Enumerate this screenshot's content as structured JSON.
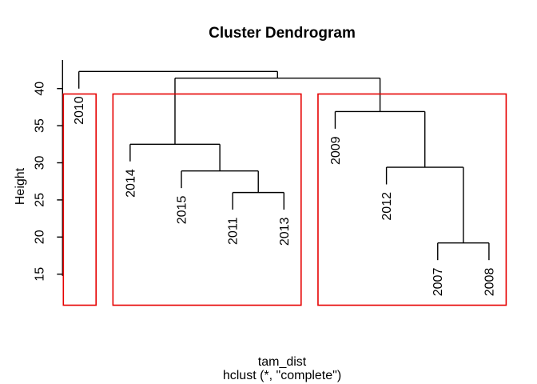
{
  "title": "Cluster Dendrogram",
  "y_axis": {
    "label": "Height",
    "tick_labels": [
      "40",
      "35",
      "30",
      "25",
      "20",
      "15"
    ]
  },
  "caption": {
    "line1": "tam_dist",
    "line2": "hclust (*, \"complete\")"
  },
  "colors": {
    "line": "#000000",
    "text": "#000000",
    "cluster_box": "#e60000",
    "background": "#ffffff"
  },
  "chart_data": {
    "type": "dendrogram",
    "title": "Cluster Dendrogram",
    "ylabel": "Height",
    "xlabel": "tam_dist",
    "sublabel": "hclust (*, \"complete\")",
    "ylim": [
      15,
      42.5
    ],
    "y_ticks": [
      40,
      35,
      30,
      25,
      20,
      15
    ],
    "grid": false,
    "legend": false,
    "leaf_order": [
      "2010",
      "2014",
      "2015",
      "2011",
      "2013",
      "2009",
      "2012",
      "2007",
      "2008"
    ],
    "merges": [
      {
        "id": "n1",
        "children": [
          "2011",
          "2013"
        ],
        "height": 26.0
      },
      {
        "id": "n2",
        "children": [
          "2015",
          "n1"
        ],
        "height": 28.9
      },
      {
        "id": "n3",
        "children": [
          "2014",
          "n2"
        ],
        "height": 32.5
      },
      {
        "id": "n4",
        "children": [
          "2007",
          "2008"
        ],
        "height": 19.2
      },
      {
        "id": "n5",
        "children": [
          "2012",
          "n4"
        ],
        "height": 29.4
      },
      {
        "id": "n6",
        "children": [
          "2009",
          "n5"
        ],
        "height": 36.9
      },
      {
        "id": "n7",
        "children": [
          "n3",
          "n6"
        ],
        "height": 41.4
      },
      {
        "id": "n8",
        "children": [
          "2010",
          "n7"
        ],
        "height": 42.3
      }
    ],
    "leaf_hang": 2.31,
    "cluster_boxes": {
      "k": 3,
      "clusters": [
        [
          "2010"
        ],
        [
          "2014",
          "2015",
          "2011",
          "2013"
        ],
        [
          "2009",
          "2012",
          "2007",
          "2008"
        ]
      ]
    }
  }
}
